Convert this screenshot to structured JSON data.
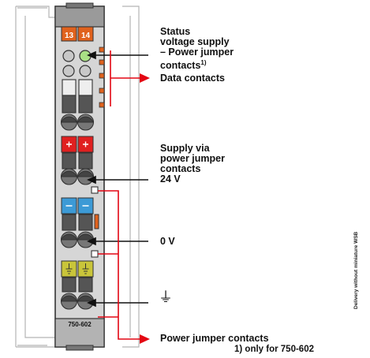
{
  "module": {
    "terminal_13": "13",
    "terminal_14": "14",
    "model_label": "750-602"
  },
  "labels": {
    "status": "Status\nvoltage supply\n– Power jumper\ncontacts",
    "status_footnote_mark": "1)",
    "data_contacts": "Data contacts",
    "supply": "Supply via\npower jumper\ncontacts\n24 V",
    "zero_v": "0 V",
    "ground_symbol": "⏚",
    "power_jumper_contacts": "Power jumper contacts",
    "footnote": "1) only for 750-602"
  },
  "side_note": "Delivery without miniature WSB",
  "colors": {
    "arrow": "#e30613",
    "orange": "#e0621d",
    "led_green": "#a9e085",
    "led_gray": "#c8c8c8",
    "red": "#e02020",
    "blue": "#3c9ad6",
    "yellow_ground": "#c9c53a",
    "module_gray": "#8a8a8a",
    "body_light": "#d4d4d4"
  }
}
